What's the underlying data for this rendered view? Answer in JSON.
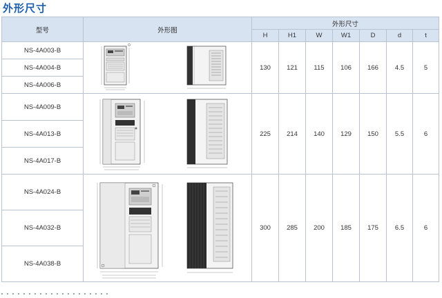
{
  "title": "外形尺寸",
  "header": {
    "model": "型号",
    "figure": "外形图",
    "dims": "外形尺寸",
    "cols": [
      "H",
      "H1",
      "W",
      "W1",
      "D",
      "d",
      "t"
    ]
  },
  "groups": [
    {
      "models": [
        "NS-4A003-B",
        "NS-4A004-B",
        "NS-4A006-B"
      ],
      "values": [
        "130",
        "121",
        "115",
        "106",
        "166",
        "4.5",
        "5"
      ]
    },
    {
      "models": [
        "NS-4A009-B",
        "NS-4A013-B",
        "NS-4A017-B"
      ],
      "values": [
        "225",
        "214",
        "140",
        "129",
        "150",
        "5.5",
        "6"
      ]
    },
    {
      "models": [
        "NS-4A024-B",
        "NS-4A032-B",
        "NS-4A038-B"
      ],
      "values": [
        "300",
        "285",
        "200",
        "185",
        "175",
        "6.5",
        "6"
      ]
    }
  ],
  "colors": {
    "title": "#1c5fae",
    "header_bg": "#d7e3f1",
    "border": "#b9c3d0"
  }
}
